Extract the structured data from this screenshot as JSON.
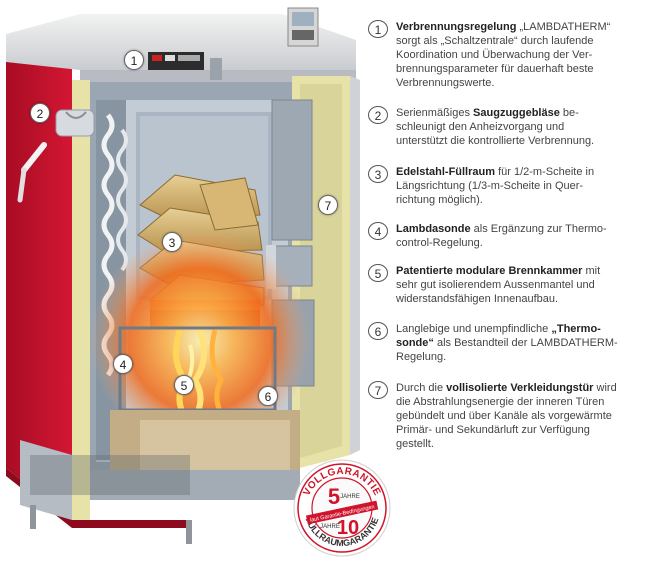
{
  "callouts": [
    "1",
    "2",
    "3",
    "4",
    "5",
    "6",
    "7"
  ],
  "legend": [
    {
      "num": "1",
      "lines": [
        [
          {
            "b": "Verbrennungsregelung"
          },
          {
            "t": " „LAMBDATHERM“"
          }
        ],
        [
          {
            "t": "sorgt als „Schaltzentrale“ durch laufende"
          }
        ],
        [
          {
            "t": "Koordination und Überwachung der Ver-"
          }
        ],
        [
          {
            "t": "brennungsparameter für dauerhaft beste"
          }
        ],
        [
          {
            "t": "Verbrennungswerte."
          }
        ]
      ]
    },
    {
      "num": "2",
      "lines": [
        [
          {
            "t": "Serienmäßiges "
          },
          {
            "b": "Saugzuggebläse"
          },
          {
            "t": " be-"
          }
        ],
        [
          {
            "t": "schleunigt den Anheizvorgang und"
          }
        ],
        [
          {
            "t": "unterstützt die kontrollierte Verbrennung."
          }
        ]
      ]
    },
    {
      "num": "3",
      "lines": [
        [
          {
            "b": "Edelstahl-Füllraum"
          },
          {
            "t": " für 1/2-m-Scheite in"
          }
        ],
        [
          {
            "t": "Längsrichtung (1/3-m-Scheite in Quer-"
          }
        ],
        [
          {
            "t": "richtung möglich)."
          }
        ]
      ]
    },
    {
      "num": "4",
      "lines": [
        [
          {
            "b": "Lambdasonde"
          },
          {
            "t": " als Ergänzung zur Thermo-"
          }
        ],
        [
          {
            "t": "control-Regelung."
          }
        ]
      ]
    },
    {
      "num": "5",
      "lines": [
        [
          {
            "b": "Patentierte modulare Brennkammer"
          },
          {
            "t": " mit"
          }
        ],
        [
          {
            "t": "sehr gut isolierendem Aussenmantel und"
          }
        ],
        [
          {
            "t": "widerstandsfähigen Innenaufbau."
          }
        ]
      ]
    },
    {
      "num": "6",
      "lines": [
        [
          {
            "t": "Langlebige und unempfindliche "
          },
          {
            "b": "„Thermo-"
          }
        ],
        [
          {
            "b": "sonde“"
          },
          {
            "t": " als Bestandteil der LAMBDATHERM-"
          }
        ],
        [
          {
            "t": "Regelung."
          }
        ]
      ]
    },
    {
      "num": "7",
      "lines": [
        [
          {
            "t": "Durch die "
          },
          {
            "b": "vollisolierte Verkleidungstür"
          },
          {
            "t": " wird"
          }
        ],
        [
          {
            "t": "die Abstrahlungsenergie der inneren Türen"
          }
        ],
        [
          {
            "t": "gebündelt und über Kanäle als vorgewärmte"
          }
        ],
        [
          {
            "t": "Primär- und Sekundärluft zur Verfügung"
          }
        ],
        [
          {
            "t": "gestellt."
          }
        ]
      ]
    }
  ],
  "seal": {
    "top_text": "VOLLGARANTIE",
    "bottom_text": "FÜLLRAUMGARANTIE",
    "years_1": "5",
    "years_1_label": "JAHRE",
    "years_2": "10",
    "years_2_label": "JAHRE",
    "band_text": "laut Garantie-Bedingungen"
  },
  "colors": {
    "casing_red": "#c8102e",
    "insulation": "#e6e2a8",
    "steel": "#8c9aa8",
    "fire": "#f2661a",
    "seal_red": "#d0142b"
  }
}
